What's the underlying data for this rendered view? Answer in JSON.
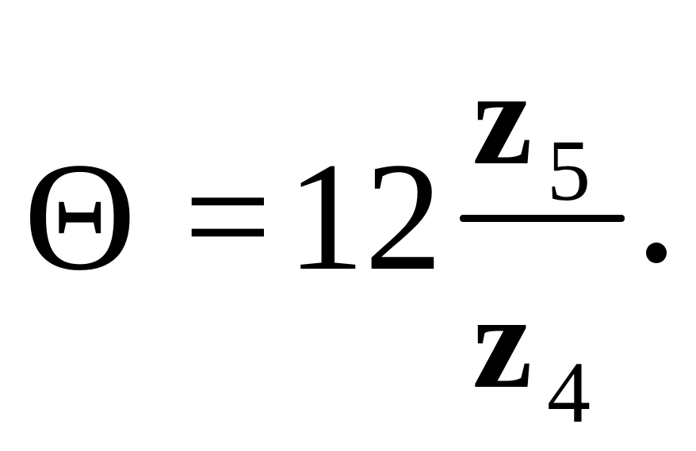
{
  "formula": {
    "lhs_symbol": "Θ",
    "equals_sign": "=",
    "coefficient": "12",
    "numerator": {
      "variable": "z",
      "subscript": "5"
    },
    "denominator": {
      "variable": "z",
      "subscript": "4"
    },
    "terminator": "."
  }
}
